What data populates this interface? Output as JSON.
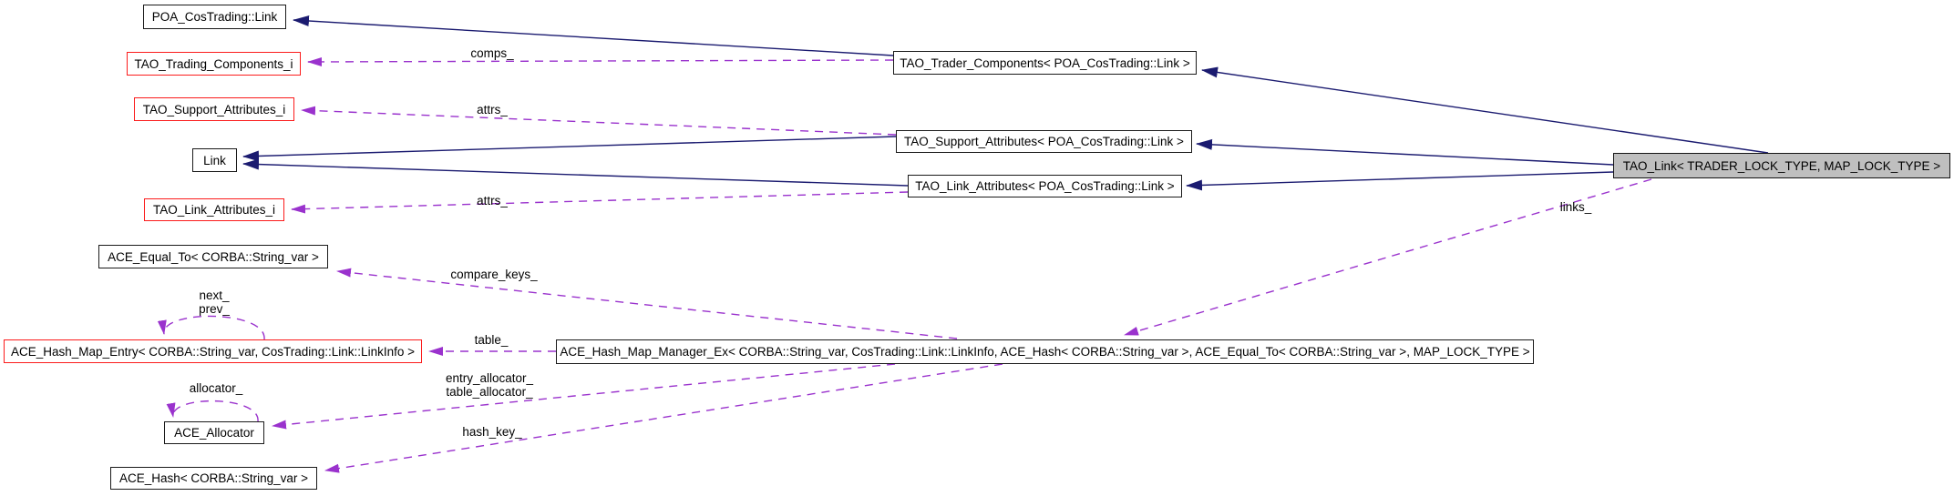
{
  "diagram": {
    "kind": "collaboration-diagram",
    "focus_node": "TAO_Link< TRADER_LOCK_TYPE, MAP_LOCK_TYPE >",
    "colors": {
      "inheritance_edge": "#1b1b70",
      "usage_edge": "#9a32cd",
      "node_border": "#1a1a1a",
      "highlight_node_border": "#fb1b1b",
      "focus_node_fill": "#bfbfbf",
      "node_fill": "#ffffff",
      "text": "#000000"
    },
    "nodes": [
      {
        "id": "poa_costrading_link",
        "label": "POA_CosTrading::Link",
        "style": "normal"
      },
      {
        "id": "tao_trading_components_i",
        "label": "TAO_Trading_Components_i",
        "style": "highlighted"
      },
      {
        "id": "tao_support_attributes_i",
        "label": "TAO_Support_Attributes_i",
        "style": "highlighted"
      },
      {
        "id": "link",
        "label": "Link",
        "style": "normal"
      },
      {
        "id": "tao_link_attributes_i",
        "label": "TAO_Link_Attributes_i",
        "style": "highlighted"
      },
      {
        "id": "ace_equal_to",
        "label": "ACE_Equal_To< CORBA::String_var >",
        "style": "normal"
      },
      {
        "id": "ace_hash_map_entry",
        "label": "ACE_Hash_Map_Entry< CORBA::String_var, CosTrading::Link::LinkInfo >",
        "style": "highlighted"
      },
      {
        "id": "ace_allocator",
        "label": "ACE_Allocator",
        "style": "normal"
      },
      {
        "id": "ace_hash",
        "label": "ACE_Hash< CORBA::String_var >",
        "style": "normal"
      },
      {
        "id": "tao_trader_components",
        "label": "TAO_Trader_Components< POA_CosTrading::Link >",
        "style": "normal"
      },
      {
        "id": "tao_support_attributes",
        "label": "TAO_Support_Attributes< POA_CosTrading::Link >",
        "style": "normal"
      },
      {
        "id": "tao_link_attributes",
        "label": "TAO_Link_Attributes< POA_CosTrading::Link >",
        "style": "normal"
      },
      {
        "id": "ace_hash_map_manager_ex",
        "label": "ACE_Hash_Map_Manager_Ex< CORBA::String_var, CosTrading::Link::LinkInfo, ACE_Hash< CORBA::String_var >, ACE_Equal_To< CORBA::String_var >, MAP_LOCK_TYPE >",
        "style": "normal"
      },
      {
        "id": "tao_link",
        "label": "TAO_Link< TRADER_LOCK_TYPE, MAP_LOCK_TYPE >",
        "style": "focus"
      }
    ],
    "edges": [
      {
        "type": "inheritance",
        "from": "tao_trader_components",
        "to": "poa_costrading_link",
        "labels": []
      },
      {
        "type": "inheritance",
        "from": "tao_support_attributes",
        "to": "link",
        "labels": []
      },
      {
        "type": "inheritance",
        "from": "tao_link_attributes",
        "to": "link",
        "labels": []
      },
      {
        "type": "inheritance",
        "from": "tao_link",
        "to": "tao_trader_components",
        "labels": []
      },
      {
        "type": "inheritance",
        "from": "tao_link",
        "to": "tao_support_attributes",
        "labels": []
      },
      {
        "type": "inheritance",
        "from": "tao_link",
        "to": "tao_link_attributes",
        "labels": []
      },
      {
        "type": "usage",
        "from": "tao_trader_components",
        "to": "tao_trading_components_i",
        "labels": [
          "comps_"
        ]
      },
      {
        "type": "usage",
        "from": "tao_support_attributes",
        "to": "tao_support_attributes_i",
        "labels": [
          "attrs_"
        ]
      },
      {
        "type": "usage",
        "from": "tao_link_attributes",
        "to": "tao_link_attributes_i",
        "labels": [
          "attrs_"
        ]
      },
      {
        "type": "usage",
        "from": "tao_link",
        "to": "ace_hash_map_manager_ex",
        "labels": [
          "links_"
        ]
      },
      {
        "type": "usage",
        "from": "ace_hash_map_manager_ex",
        "to": "ace_equal_to",
        "labels": [
          "compare_keys_"
        ]
      },
      {
        "type": "usage",
        "from": "ace_hash_map_manager_ex",
        "to": "ace_hash_map_entry",
        "labels": [
          "table_"
        ]
      },
      {
        "type": "usage",
        "from": "ace_hash_map_manager_ex",
        "to": "ace_allocator",
        "labels": [
          "entry_allocator_",
          "table_allocator_"
        ]
      },
      {
        "type": "usage",
        "from": "ace_hash_map_manager_ex",
        "to": "ace_hash",
        "labels": [
          "hash_key_"
        ]
      },
      {
        "type": "usage",
        "from": "ace_hash_map_entry",
        "to": "ace_hash_map_entry",
        "labels": [
          "next_",
          "prev_"
        ]
      },
      {
        "type": "usage",
        "from": "ace_allocator",
        "to": "ace_allocator",
        "labels": [
          "allocator_"
        ]
      }
    ]
  }
}
